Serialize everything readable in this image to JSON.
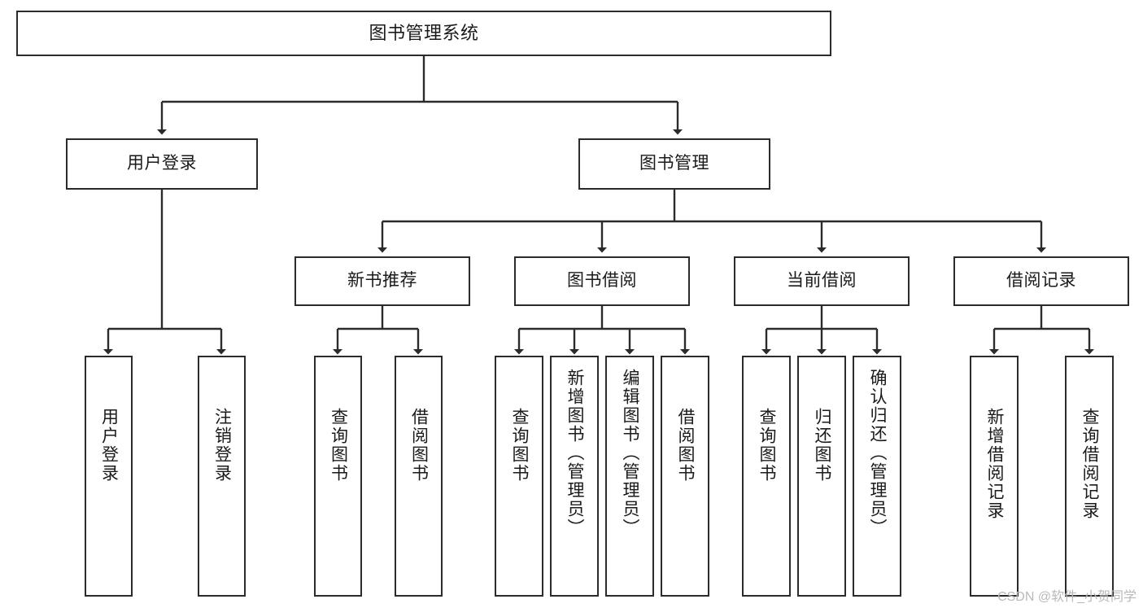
{
  "diagram": {
    "title": "图书管理系统",
    "type": "tree",
    "watermark": "CSDN @软件_小贺同学",
    "colors": {
      "box_border": "#2b2b2b",
      "box_fill": "#ffffff",
      "edge": "#2b2b2b",
      "text": "#1a1a1a",
      "watermark": "#b9b9b9",
      "background": "#ffffff"
    },
    "levels": {
      "root": {
        "label": "图书管理系统"
      },
      "level2": [
        {
          "label": "用户登录"
        },
        {
          "label": "图书管理"
        }
      ],
      "level3": [
        {
          "label": "新书推荐"
        },
        {
          "label": "图书借阅"
        },
        {
          "label": "当前借阅"
        },
        {
          "label": "借阅记录"
        }
      ],
      "leaves": {
        "user_login": [
          {
            "label": "用户登录"
          },
          {
            "label": "注销登录"
          }
        ],
        "new_book": [
          {
            "label": "查询图书"
          },
          {
            "label": "借阅图书"
          }
        ],
        "book_borrow": [
          {
            "label": "查询图书"
          },
          {
            "label": "新增图书（管理员）"
          },
          {
            "label": "编辑图书（管理员）"
          },
          {
            "label": "借阅图书"
          }
        ],
        "current_borrow": [
          {
            "label": "查询图书"
          },
          {
            "label": "归还图书"
          },
          {
            "label": "确认归还（管理员）"
          }
        ],
        "borrow_record": [
          {
            "label": "新增借阅记录"
          },
          {
            "label": "查询借阅记录"
          }
        ]
      }
    }
  }
}
